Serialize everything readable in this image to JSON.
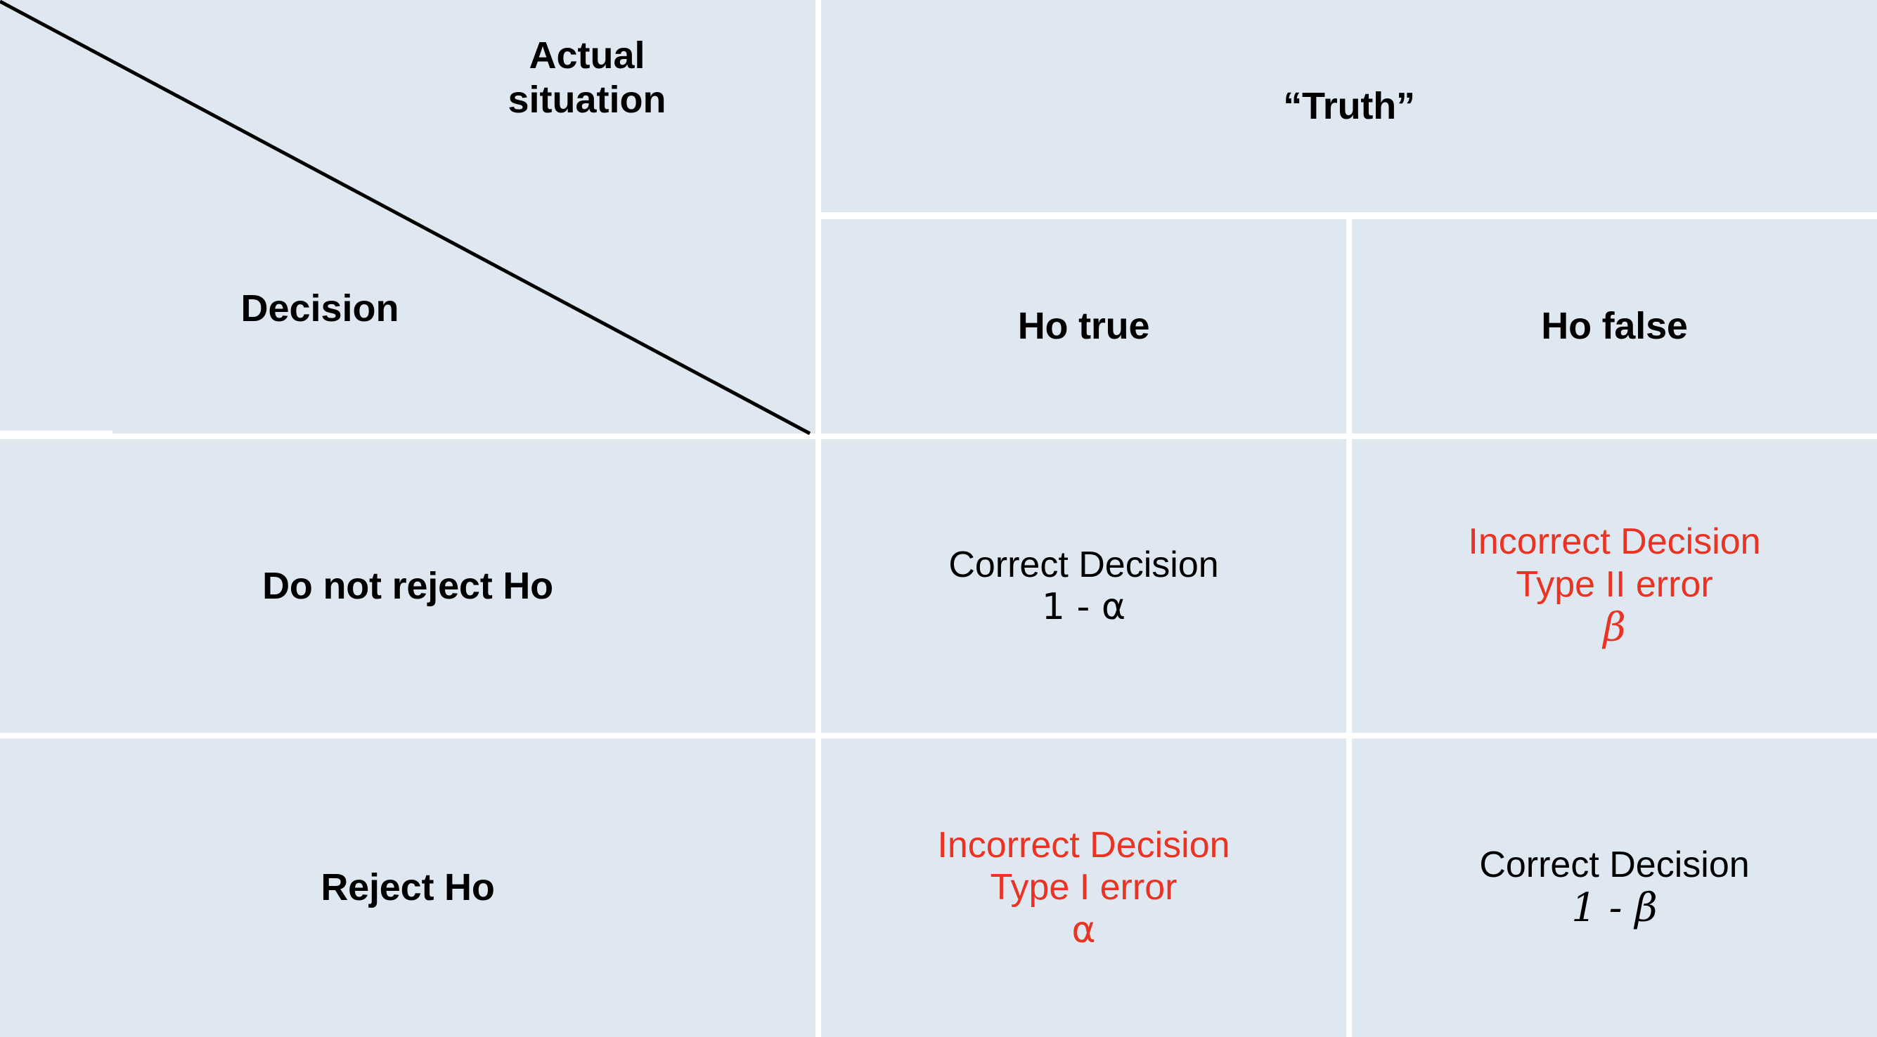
{
  "table": {
    "corner": {
      "column_axis_label": "Actual\nsituation",
      "row_axis_label": "Decision",
      "divider": "diagonal-line"
    },
    "column_group_header": "“Truth”",
    "column_headers": [
      "Ho true",
      "Ho false"
    ],
    "row_headers": [
      "Do not reject Ho",
      "Reject Ho"
    ],
    "cells": [
      {
        "row": "Do not reject Ho",
        "column": "Ho true",
        "outcome": "Correct Decision",
        "error_type": "",
        "probability": "1 - α",
        "color": "#000000"
      },
      {
        "row": "Do not reject Ho",
        "column": "Ho false",
        "outcome": "Incorrect Decision",
        "error_type": "Type II error",
        "probability": "β",
        "color": "#ea3323"
      },
      {
        "row": "Reject Ho",
        "column": "Ho true",
        "outcome": "Incorrect Decision",
        "error_type": "Type I error",
        "probability": "α",
        "color": "#ea3323"
      },
      {
        "row": "Reject Ho",
        "column": "Ho false",
        "outcome": "Correct Decision",
        "error_type": "",
        "probability": "1 - β",
        "color": "#000000"
      }
    ]
  },
  "colors": {
    "cell_background": "#dfe7f1",
    "gap": "#ffffff",
    "text": "#000000",
    "error_text": "#ea3323",
    "diagonal_line": "#000000"
  }
}
